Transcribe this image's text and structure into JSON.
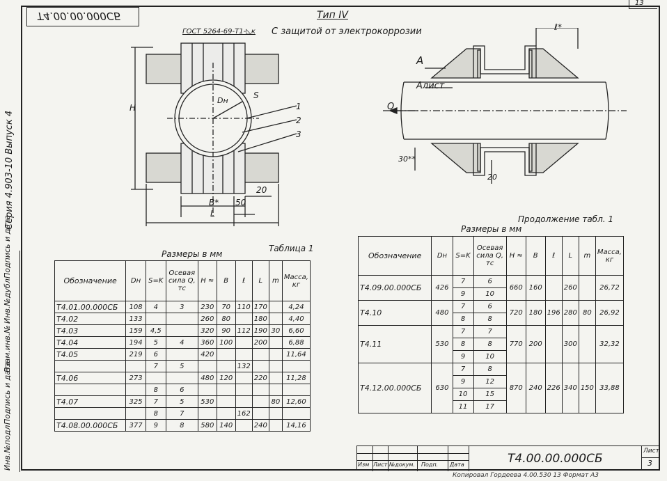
{
  "drawing_number_mirrored": "Т4.00.00.000СБ",
  "sheet_top_number": "13",
  "series_label": "Серия 4.903-10  Выпуск 4",
  "left_column_labels": [
    "Инв.№подл.",
    "Подпись и дата",
    "Взам.инв.№",
    "Инв.№дубл.",
    "Подпись и дата"
  ],
  "type_label": "Тип IV",
  "gost_note": "ГОСТ 5264-69-Т1-◺к",
  "protection_note": "С защитой от электрокоррозии",
  "dims_left": {
    "H": "H",
    "Dn": "Dн",
    "S": "S",
    "n1": "1",
    "n2": "2",
    "n3": "3",
    "d20": "20",
    "B": "В*",
    "d50": "50",
    "L": "L"
  },
  "dims_right": {
    "lstar": "ℓ*",
    "A": "А",
    "Alist": "Алист",
    "Q": "Q",
    "d30": "30**",
    "d20": "20"
  },
  "table1": {
    "caption": "Таблица 1",
    "units": "Размеры в мм",
    "headers": [
      "Обозначение",
      "Dн",
      "S=K",
      "Осевая сила Q, тс",
      "H ≈",
      "В",
      "ℓ",
      "L",
      "m",
      "Масса, кг"
    ],
    "rows": [
      [
        "Т4.01.00.000СБ",
        "108",
        "4",
        "3",
        "230",
        "70",
        "110",
        "170",
        "",
        "4,24"
      ],
      [
        "Т4.02",
        "133",
        "",
        "",
        "260",
        "80",
        "",
        "180",
        "",
        "4,40"
      ],
      [
        "Т4.03",
        "159",
        "4,5",
        "",
        "320",
        "90",
        "112",
        "190",
        "30",
        "6,60"
      ],
      [
        "Т4.04",
        "194",
        "5",
        "4",
        "360",
        "100",
        "",
        "200",
        "",
        "6,88"
      ],
      [
        "Т4.05",
        "219",
        "6",
        "",
        "420",
        "",
        "",
        "",
        "",
        "11,64"
      ],
      [
        "",
        "",
        "7",
        "5",
        "",
        "",
        "132",
        "",
        "",
        ""
      ],
      [
        "Т4.06",
        "273",
        "",
        "",
        "480",
        "120",
        "",
        "220",
        "",
        "11,28"
      ],
      [
        "",
        "",
        "8",
        "6",
        "",
        "",
        "",
        "",
        "",
        ""
      ],
      [
        "Т4.07",
        "325",
        "7",
        "5",
        "530",
        "",
        "",
        "",
        "80",
        "12,60"
      ],
      [
        "",
        "",
        "8",
        "7",
        "",
        "",
        "162",
        "",
        "",
        ""
      ],
      [
        "Т4.08.00.000СБ",
        "377",
        "9",
        "8",
        "580",
        "140",
        "",
        "240",
        "",
        "14,16"
      ]
    ]
  },
  "table2": {
    "caption": "Продолжение табл. 1",
    "units": "Размеры в мм",
    "headers": [
      "Обозначение",
      "Dн",
      "S=K",
      "Осевая сила Q, тс",
      "H ≈",
      "В",
      "ℓ",
      "L",
      "m",
      "Масса, кг"
    ],
    "groups": [
      {
        "name": "Т4.09.00.000СБ",
        "dn": "426",
        "sk": [
          "7",
          "9"
        ],
        "q": [
          "6",
          "10"
        ],
        "h": "660",
        "b": "160",
        "l": "",
        "L": "260",
        "m": "",
        "mass": "26,72"
      },
      {
        "name": "Т4.10",
        "dn": "480",
        "sk": [
          "7",
          "8"
        ],
        "q": [
          "6",
          "8"
        ],
        "h": "720",
        "b": "180",
        "l": "196",
        "L": "280",
        "m": "80",
        "mass": "26,92"
      },
      {
        "name": "Т4.11",
        "dn": "530",
        "sk": [
          "7",
          "8",
          "9"
        ],
        "q": [
          "7",
          "8",
          "10"
        ],
        "h": "770",
        "b": "200",
        "l": "",
        "L": "300",
        "m": "",
        "mass": "32,32"
      },
      {
        "name": "Т4.12.00.000СБ",
        "dn": "630",
        "sk": [
          "7",
          "9",
          "10",
          "11"
        ],
        "q": [
          "8",
          "12",
          "15",
          "17"
        ],
        "h": "870",
        "b": "240",
        "l": "226",
        "L": "340",
        "m": "150",
        "mass": "33,88"
      }
    ]
  },
  "title_block": {
    "cols": [
      "Изм",
      "Лист",
      "№докум.",
      "Подп.",
      "Дата"
    ],
    "designation": "Т4.00.00.000СБ",
    "sheet_label": "Лист",
    "sheet_value": "3"
  },
  "footer_note": "Копировал  Гордеева   4.00.530  13  Формат А3"
}
